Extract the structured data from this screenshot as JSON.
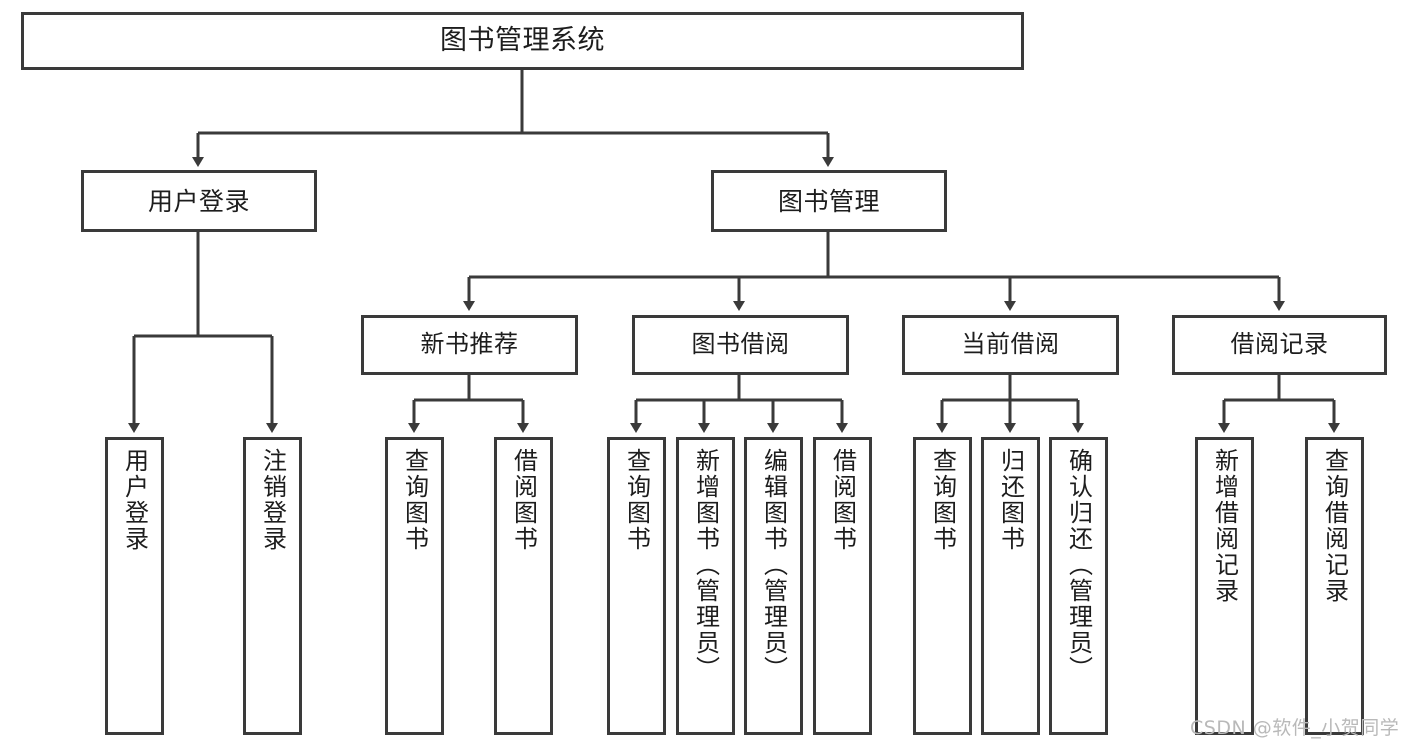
{
  "diagram": {
    "type": "tree-hierarchy",
    "title": "图书管理系统",
    "orientation": "top-down",
    "colors": {
      "box_border": "#3a3a3a",
      "box_fill": "#ffffff",
      "line": "#3a3a3a",
      "text": "#1d1d1d",
      "watermark": "#b9b9b9"
    },
    "root": {
      "label": "图书管理系统"
    },
    "level2": [
      {
        "id": "user-login",
        "label": "用户登录"
      },
      {
        "id": "book-management",
        "label": "图书管理"
      }
    ],
    "level3": [
      {
        "id": "new-book-recommend",
        "label": "新书推荐",
        "parent": "book-management"
      },
      {
        "id": "book-borrow",
        "label": "图书借阅",
        "parent": "book-management"
      },
      {
        "id": "current-borrow",
        "label": "当前借阅",
        "parent": "book-management"
      },
      {
        "id": "borrow-record",
        "label": "借阅记录",
        "parent": "book-management"
      }
    ],
    "leaves": [
      {
        "id": "leaf-user-login",
        "label": "用户登录",
        "parent": "user-login"
      },
      {
        "id": "leaf-logout-login",
        "label": "注销登录",
        "parent": "user-login"
      },
      {
        "id": "leaf-query-book-1",
        "label": "查询图书",
        "parent": "new-book-recommend"
      },
      {
        "id": "leaf-borrow-book-1",
        "label": "借阅图书",
        "parent": "new-book-recommend"
      },
      {
        "id": "leaf-query-book-2",
        "label": "查询图书",
        "parent": "book-borrow"
      },
      {
        "id": "leaf-add-book",
        "label": "新增图书（管理员）",
        "parent": "book-borrow"
      },
      {
        "id": "leaf-edit-book",
        "label": "编辑图书（管理员）",
        "parent": "book-borrow"
      },
      {
        "id": "leaf-borrow-book-2",
        "label": "借阅图书",
        "parent": "book-borrow"
      },
      {
        "id": "leaf-query-book-3",
        "label": "查询图书",
        "parent": "current-borrow"
      },
      {
        "id": "leaf-return-book",
        "label": "归还图书",
        "parent": "current-borrow"
      },
      {
        "id": "leaf-confirm-return",
        "label": "确认归还（管理员）",
        "parent": "current-borrow"
      },
      {
        "id": "leaf-add-record",
        "label": "新增借阅记录",
        "parent": "borrow-record"
      },
      {
        "id": "leaf-query-record",
        "label": "查询借阅记录",
        "parent": "borrow-record"
      }
    ]
  },
  "watermark": {
    "text": "CSDN @软件_小贺同学"
  }
}
